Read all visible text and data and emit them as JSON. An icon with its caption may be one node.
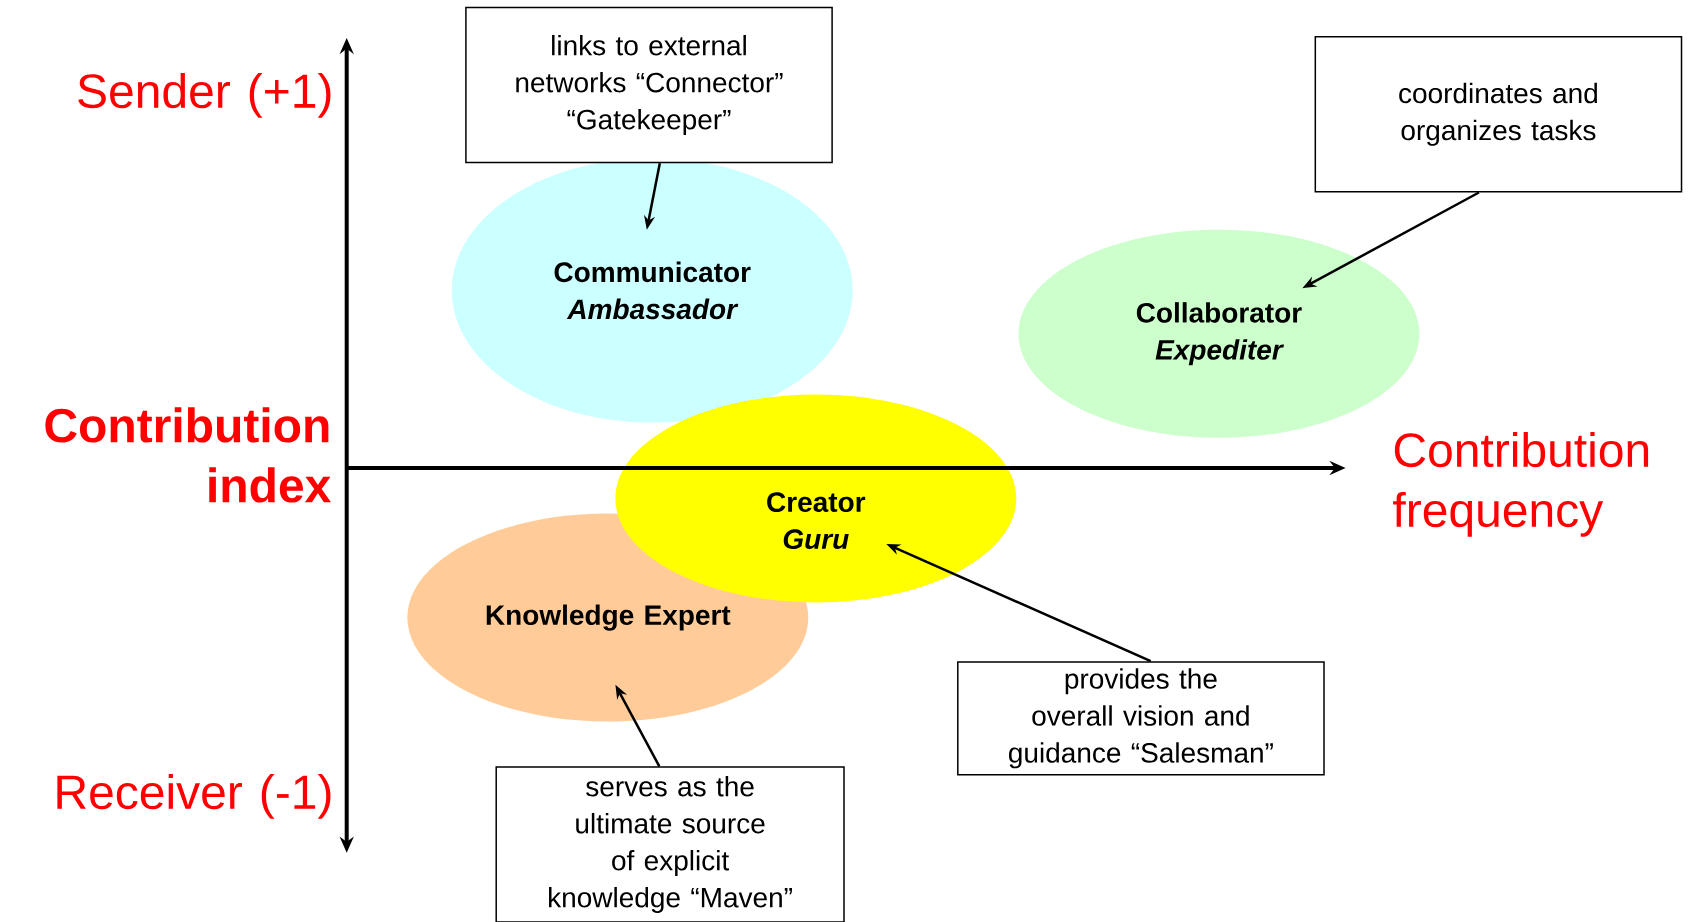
{
  "diagram": {
    "nodes": [
      {
        "text": [
          "Communicator",
          "Ambassador"
        ]
      },
      {
        "text": [
          "Collaborator",
          "Expediter"
        ]
      },
      {
        "text": [
          "Creator",
          "Guru"
        ]
      },
      {
        "text": [
          "Knowledge Expert"
        ]
      },
      {
        "text": [
          "links to external networks “Connector” “Gatekeeper”"
        ]
      },
      {
        "text": [
          "coordinates and organizes tasks"
        ]
      },
      {
        "text": [
          "provides the overall vision and guidance “Salesman”"
        ]
      },
      {
        "text": [
          "serves as the ultimate source of explicit knowledge “Maven”"
        ]
      }
    ],
    "edges": [
      {
        "from": 4,
        "to": 0,
        "arrow": "to"
      },
      {
        "from": 5,
        "to": 1,
        "arrow": "to"
      },
      {
        "from": 6,
        "to": 2,
        "arrow": "to"
      },
      {
        "from": 7,
        "to": 3,
        "arrow": "to"
      }
    ],
    "labels": [
      "Sender (+1)",
      "Contribution index",
      "Contribution frequency",
      "Receiver (-1)"
    ]
  }
}
